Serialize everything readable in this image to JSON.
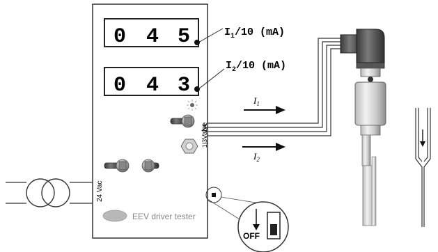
{
  "displays": {
    "top": {
      "d1": "0",
      "d2": "4",
      "d3": "5"
    },
    "bottom": {
      "d1": "0",
      "d2": "4",
      "d3": "3"
    }
  },
  "labels": {
    "i1_main": "I",
    "i1_sub": "1",
    "i1_rest": "/10 (mA)",
    "i2_main": "I",
    "i2_sub": "2",
    "i2_rest": "/10 (mA)",
    "arrow1_main": "I",
    "arrow1_sub": "1",
    "arrow2_main": "I",
    "arrow2_sub": "2",
    "valve": "Valve",
    "pins_top": "2|4",
    "pins_bottom": "1|3",
    "supply": "24 Vac",
    "brand": "EEV driver tester",
    "switch_state": "OFF"
  },
  "colors": {
    "frame": "#333333",
    "wire": "#333333",
    "valve_body": "#6e6e6e",
    "valve_dark": "#444444"
  }
}
